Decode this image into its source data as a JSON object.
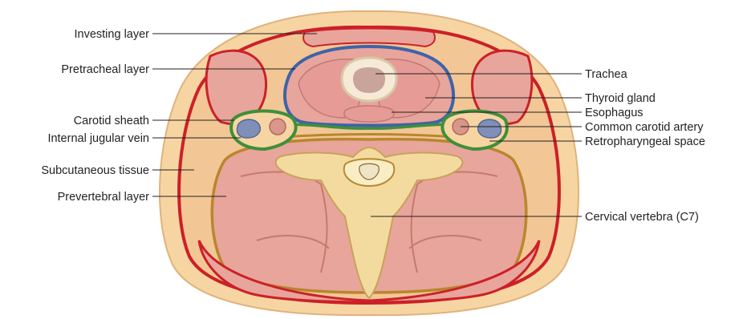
{
  "labels": {
    "investing_layer": "Investing layer",
    "pretracheal_layer": "Pretracheal layer",
    "carotid_sheath": "Carotid sheath",
    "internal_jugular_vein": "Internal jugular vein",
    "subcutaneous_tissue": "Subcutaneous tissue",
    "prevertebral_layer": "Prevertebral layer",
    "trachea": "Trachea",
    "thyroid_gland": "Thyroid gland",
    "esophagus": "Esophagus",
    "common_carotid_artery": "Common carotid artery",
    "retropharyngeal_space": "Retropharyngeal space",
    "cervical_vertebra": "Cervical vertebra (C7)"
  },
  "colors": {
    "skin_fat": "#f7d5a3",
    "muscle": "#e8a59b",
    "investing_fascia": "#cc2028",
    "pretracheal_fascia": "#3f63a8",
    "carotid_sheath": "#3f8f3a",
    "prevertebral_fascia": "#b8862e",
    "bone": "#f3dba0",
    "vein": "#7f8fb8",
    "artery": "#d9968a"
  }
}
